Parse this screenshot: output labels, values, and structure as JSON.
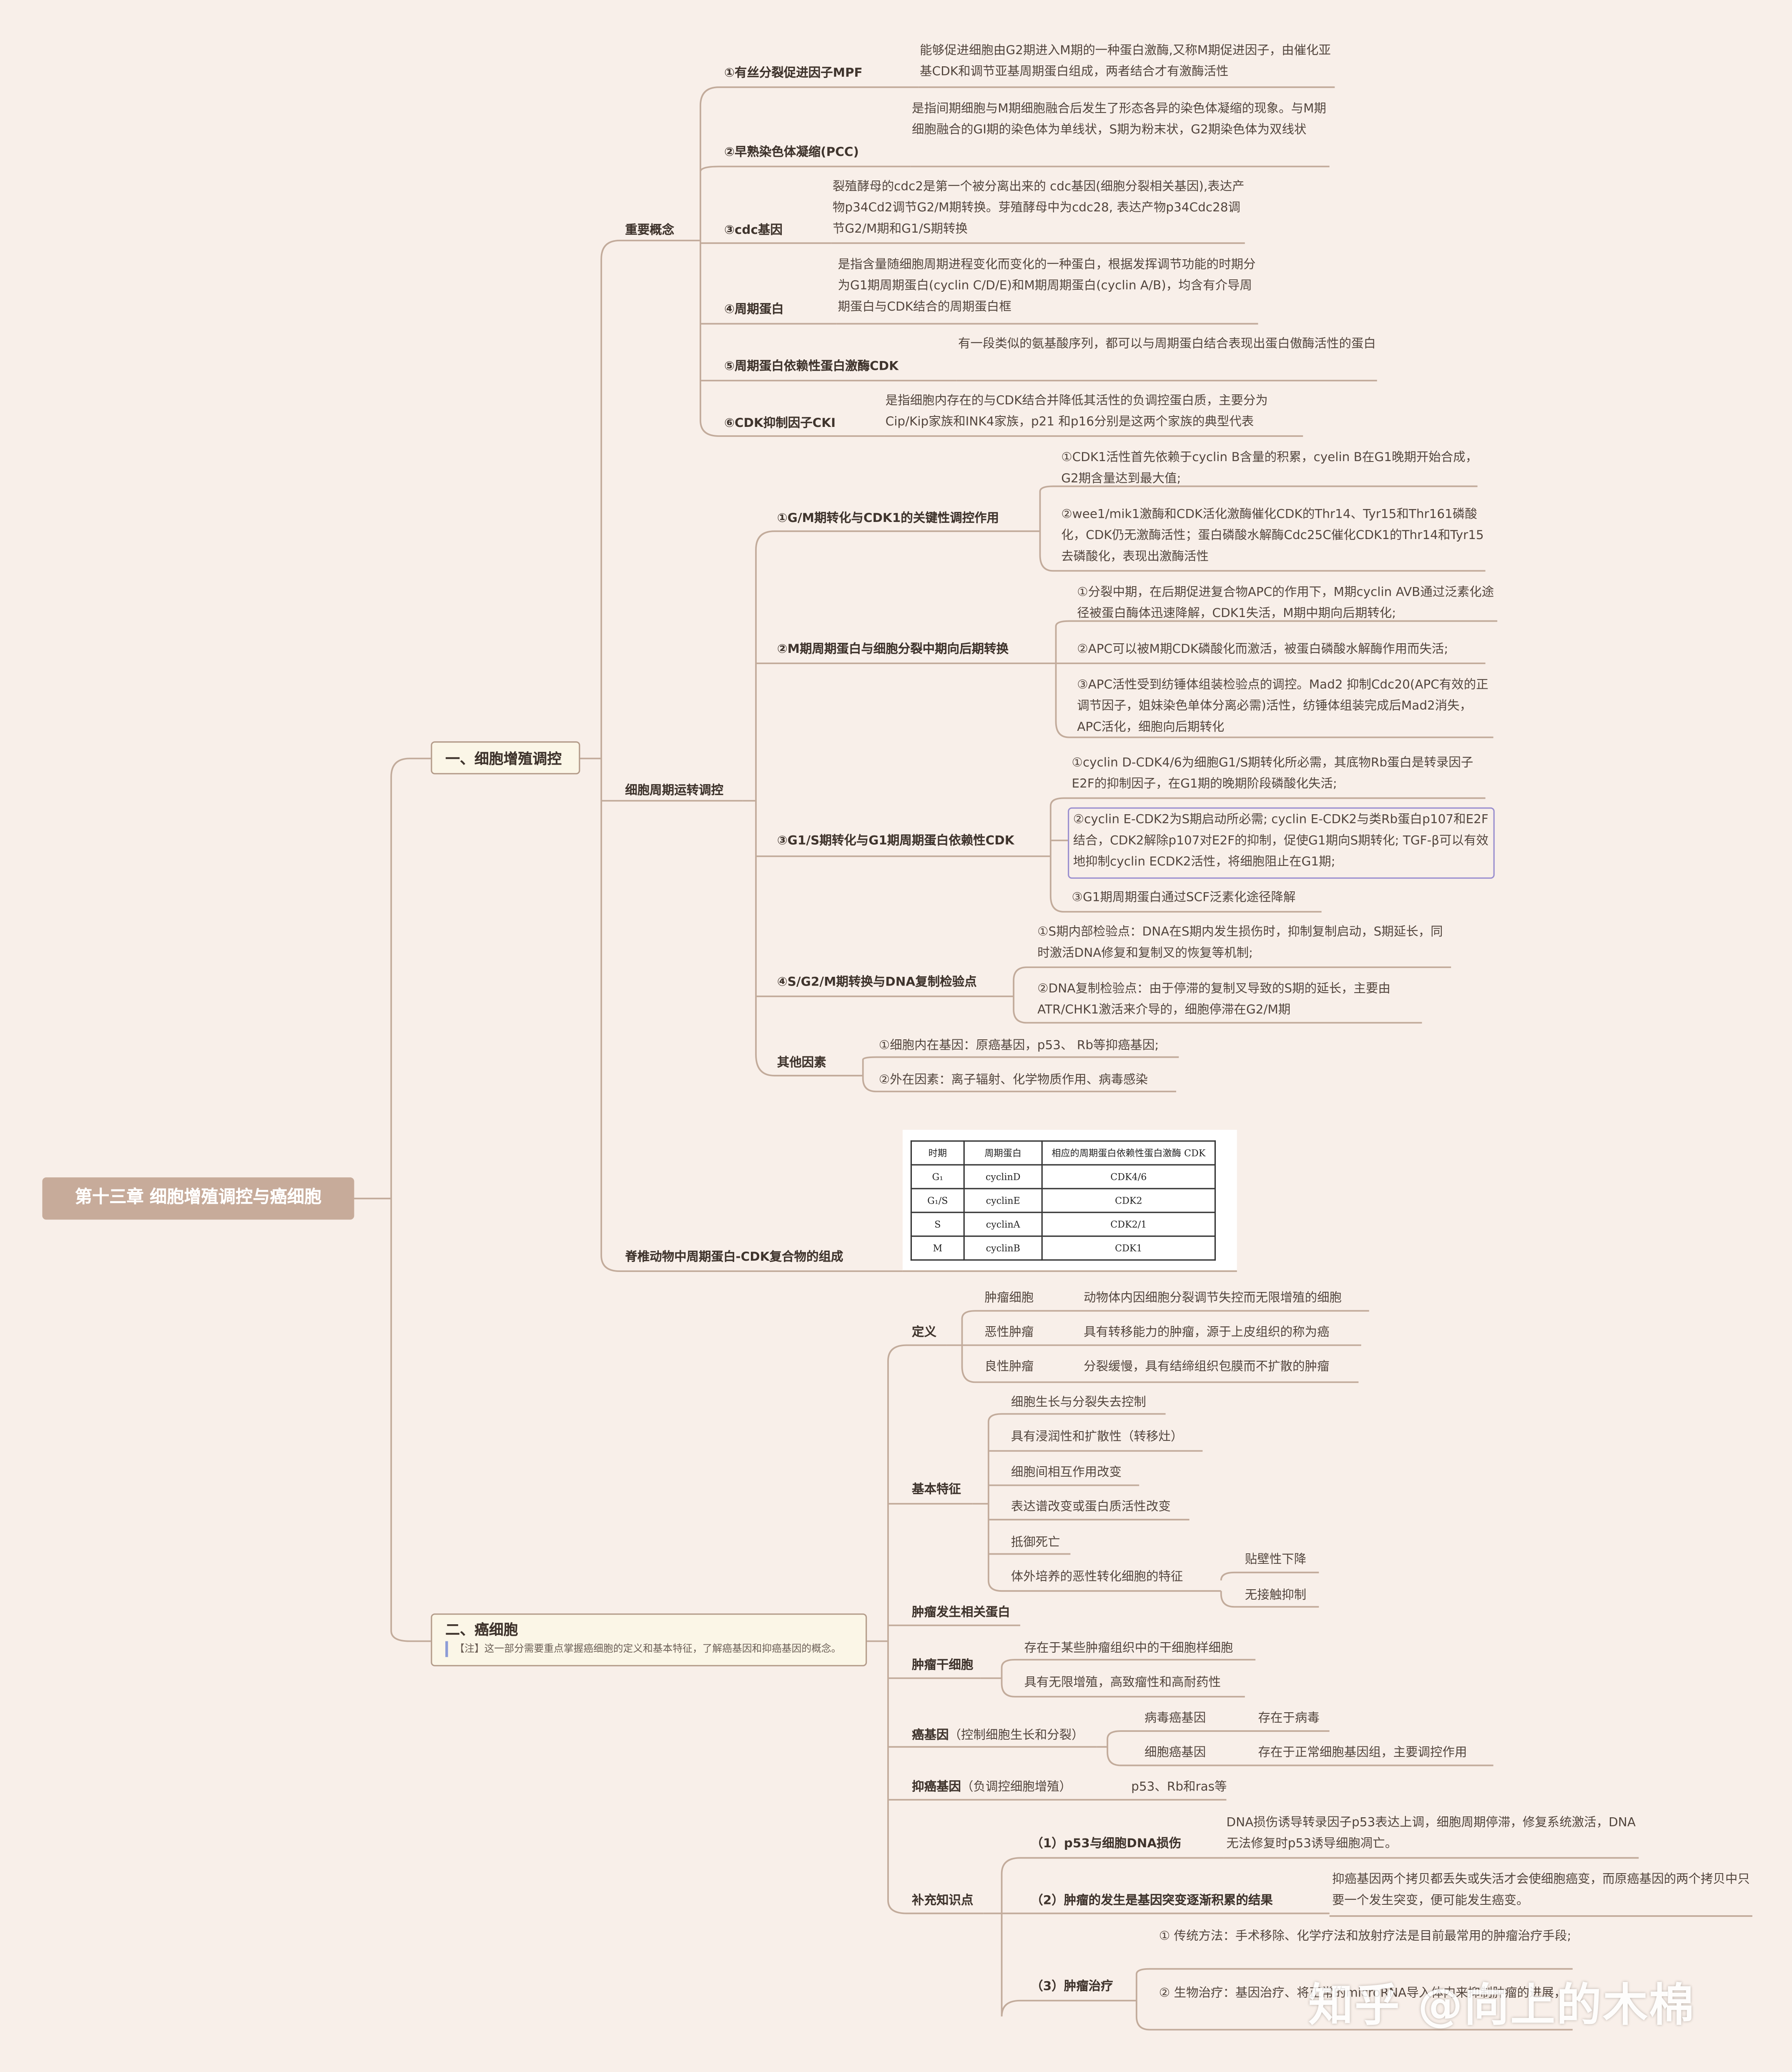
{
  "root": {
    "title": "第十三章 细胞增殖调控与癌细胞"
  },
  "part1": {
    "title": "一、细胞增殖调控",
    "concepts": {
      "label": "重要概念",
      "items": [
        {
          "label": "①有丝分裂促进因子MPF",
          "desc": "能够促进细胞由G2期进入M期的一种蛋白激酶,又称M期促进因子，由催化亚基CDK和调节亚基周期蛋白组成，两者结合才有激酶活性"
        },
        {
          "label": "②早熟染色体凝缩(PCC)",
          "desc": "是指间期细胞与M期细胞融合后发生了形态各异的染色体凝缩的现象。与M期细胞融合的GI期的染色体为单线状，S期为粉末状，G2期染色体为双线状"
        },
        {
          "label": "③cdc基因",
          "desc": "裂殖酵母的cdc2是第一个被分离出来的 cdc基因(细胞分裂相关基因),表达产物p34Cd2调节G2/M期转换。芽殖酵母中为cdc28, 表达产物p34Cdc28调节G2/M期和G1/S期转换"
        },
        {
          "label": "④周期蛋白",
          "desc": "是指含量随细胞周期进程变化而变化的一种蛋白，根据发挥调节功能的时期分为G1期周期蛋白(cyclin C/D/E)和M期周期蛋白(cyclin A/B)，均含有介导周期蛋白与CDK结合的周期蛋白框"
        },
        {
          "label": "⑤周期蛋白依赖性蛋白激酶CDK",
          "desc": "有一段类似的氨基酸序列，都可以与周期蛋白结合表现出蛋白傲酶活性的蛋白"
        },
        {
          "label": "⑥CDK抑制因子CKI",
          "desc": "是指细胞内存在的与CDK结合并降低其活性的负调控蛋白质，主要分为Cip/Kip家族和INK4家族，p21 和p16分别是这两个家族的典型代表"
        }
      ]
    },
    "cycle": {
      "label": "细胞周期运转调控",
      "groups": [
        {
          "label": "①G/M期转化与CDK1的关键性调控作用",
          "points": [
            "①CDK1活性首先依赖于cyclin B含量的积累，cyelin B在G1晚期开始合成，G2期含量达到最大值;",
            "②wee1/mik1激酶和CDK活化激酶催化CDK的Thr14、Tyr15和Thr161磷酸化，CDK仍无激酶活性；蛋白磷酸水解酶Cdc25C催化CDK1的Thr14和Tyr15去磷酸化，表现出激酶活性"
          ]
        },
        {
          "label": "②M期周期蛋白与细胞分裂中期向后期转换",
          "points": [
            "①分裂中期，在后期促进复合物APC的作用下，M期cyclin AVB通过泛素化途径被蛋白酶体迅速降解，CDK1失活，M期中期向后期转化;",
            "②APC可以被M期CDK磷酸化而激活，被蛋白磷酸水解酶作用而失活;",
            "③APC活性受到纺锤体组装检验点的调控。Mad2 抑制Cdc20(APC有效的正调节因子，姐妹染色单体分离必需)活性，纺锤体组装完成后Mad2消失，APC活化，细胞向后期转化"
          ]
        },
        {
          "label": "③G1/S期转化与G1期周期蛋白依赖性CDK",
          "points": [
            "①cyclin D-CDK4/6为细胞G1/S期转化所必需，其底物Rb蛋白是转录因子E2F的抑制因子，在G1期的晚期阶段磷酸化失活;",
            "②cyclin E-CDK2为S期启动所必需; cyclin E-CDK2与类Rb蛋白p107和E2F结合，CDK2解除p107对E2F的抑制，促使G1期向S期转化; TGF-β可以有效地抑制cyclin ECDK2活性，将细胞阻止在G1期;",
            "③G1期周期蛋白通过SCF泛素化途径降解"
          ]
        },
        {
          "label": "④S/G2/M期转换与DNA复制检验点",
          "points": [
            "①S期内部检验点：DNA在S期内发生损伤时，抑制复制启动，S期延长，同时激活DNA修复和复制叉的恢复等机制;",
            "②DNA复制检验点：由于停滞的复制叉导致的S期的延长，主要由ATR/CHK1激活来介导的，细胞停滞在G2/M期"
          ]
        },
        {
          "label": "其他因素",
          "points": [
            "①细胞内在基因：原癌基因，p53、 Rb等抑癌基因;",
            "②外在因素：离子辐射、化学物质作用、病毒感染"
          ]
        }
      ]
    },
    "table_section": {
      "label": "脊椎动物中周期蛋白-CDK复合物的组成",
      "headers": [
        "时期",
        "周期蛋白",
        "相应的周期蛋白依赖性蛋白激酶 CDK"
      ],
      "rows": [
        [
          "G₁",
          "cyclinD",
          "CDK4/6"
        ],
        [
          "G₁/S",
          "cyclinE",
          "CDK2"
        ],
        [
          "S",
          "cyclinA",
          "CDK2/1"
        ],
        [
          "M",
          "cyclinB",
          "CDK1"
        ]
      ]
    }
  },
  "part2": {
    "title": "二、癌细胞",
    "note": "【注】这一部分需要重点掌握癌细胞的定义和基本特征，了解癌基因和抑癌基因的概念。",
    "definition": {
      "label": "定义",
      "items": [
        {
          "term": "肿瘤细胞",
          "desc": "动物体内因细胞分裂调节失控而无限增殖的细胞"
        },
        {
          "term": "恶性肿瘤",
          "desc": "具有转移能力的肿瘤，源于上皮组织的称为癌"
        },
        {
          "term": "良性肿瘤",
          "desc": "分裂缓慢，具有结缔组织包膜而不扩散的肿瘤"
        }
      ]
    },
    "features": {
      "label": "基本特征",
      "items": [
        "细胞生长与分裂失去控制",
        "具有浸润性和扩散性（转移灶）",
        "细胞间相互作用改变",
        "表达谱改变或蛋白质活性改变",
        "抵御死亡",
        "体外培养的恶性转化细胞的特征"
      ],
      "culture": [
        "贴壁性下降",
        "无接触抑制"
      ]
    },
    "tumor_protein": {
      "label": "肿瘤发生相关蛋白"
    },
    "stem": {
      "label": "肿瘤干细胞",
      "items": [
        "存在于某些肿瘤组织中的干细胞样细胞",
        "具有无限增殖，高致瘤性和高耐药性"
      ]
    },
    "oncogene": {
      "label": "癌基因",
      "paren": "（控制细胞生长和分裂）",
      "items": [
        {
          "term": "病毒癌基因",
          "desc": "存在于病毒"
        },
        {
          "term": "细胞癌基因",
          "desc": "存在于正常细胞基因组，主要调控作用"
        }
      ]
    },
    "suppressor": {
      "label": "抑癌基因",
      "paren": "（负调控细胞增殖）",
      "desc": "p53、Rb和ras等"
    },
    "extra": {
      "label": "补充知识点",
      "items": [
        {
          "label": "（1）p53与细胞DNA损伤",
          "desc": "DNA损伤诱导转录因子p53表达上调，细胞周期停滞，修复系统激活，DNA无法修复时p53诱导细胞凋亡。"
        },
        {
          "label": "（2）肿瘤的发生是基因突变逐渐积累的结果",
          "desc": "抑癌基因两个拷贝都丢失或失活才会使细胞癌变，而原癌基因的两个拷贝中只要一个发生突变，便可能发生癌变。"
        },
        {
          "label": "（3）肿瘤治疗",
          "points": [
            "① 传统方法：手术移除、化学疗法和放射疗法是目前最常用的肿瘤治疗手段;",
            "② 生物治疗：基因治疗、将正常的microRNA导入体内来抑制肿瘤的进展，"
          ]
        }
      ]
    }
  },
  "watermark": "知乎 @向上的木棉",
  "colors": {
    "line": "#c2ab9b",
    "root": "#c7ab9a",
    "background": "#f8efe9",
    "highlight": "#9a8fcf"
  }
}
